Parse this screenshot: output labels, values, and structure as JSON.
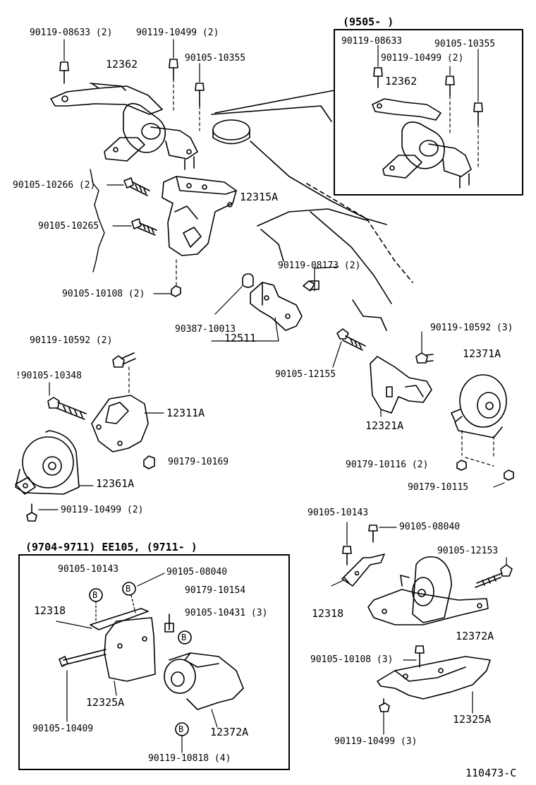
{
  "labels": {
    "p_9011908633": "90119-08633 (2)",
    "p_9011910499_top": "90119-10499 (2)",
    "p_12362_main": "12362",
    "p_9010510355_main": "90105-10355",
    "p_9010510266": "90105-10266 (2)",
    "p_12315A": "12315A",
    "p_9010510265": "90105-10265",
    "p_9011908173": "90119-08173 (2)",
    "p_9010510108_a": "90105-10108 (2)",
    "p_9038710013": "90387-10013",
    "p_12511": "12511",
    "p_9011910592_left": "90119-10592 (2)",
    "p_9010510348": "!90105-10348",
    "p_12311A": "12311A",
    "p_9017910169": "90179-10169",
    "p_12361A": "12361A",
    "p_9011910499_left": "90119-10499 (2)",
    "p_9010512155": "90105-12155",
    "p_9011910592_right": "90119-10592 (3)",
    "p_12371A": "12371A",
    "p_12321A": "12321A",
    "p_9017910116": "90179-10116 (2)",
    "p_9017910115": "90179-10115",
    "p_9010510143_right": "90105-10143",
    "p_9010508040_right": "90105-08040",
    "p_9010512153": "90105-12153",
    "p_12318_right": "12318",
    "p_12372A_right": "12372A",
    "p_9010510108_b": "90105-10108 (3)",
    "p_12325A_right": "12325A",
    "p_9011910499_bottom": "90119-10499 (3)",
    "p_figure_number": "110473-C"
  },
  "inset_top": {
    "heading": "(9505-        )",
    "p_9011908633": "90119-08633",
    "p_9011910499": "90119-10499 (2)",
    "p_9010510355": "90105-10355",
    "p_12362": "12362"
  },
  "inset_bottom": {
    "heading": "(9704-9711) EE105,   (9711-        )",
    "p_9010510143": "90105-10143",
    "p_9010508040": "90105-08040",
    "p_9017910154": "90179-10154",
    "p_9010510431": "90105-10431 (3)",
    "p_12318": "12318",
    "p_12325A": "12325A",
    "p_12372A": "12372A",
    "p_9010510409": "90105-10409",
    "p_9011910818": "90119-10818 (4)",
    "marker_letter": "B"
  }
}
